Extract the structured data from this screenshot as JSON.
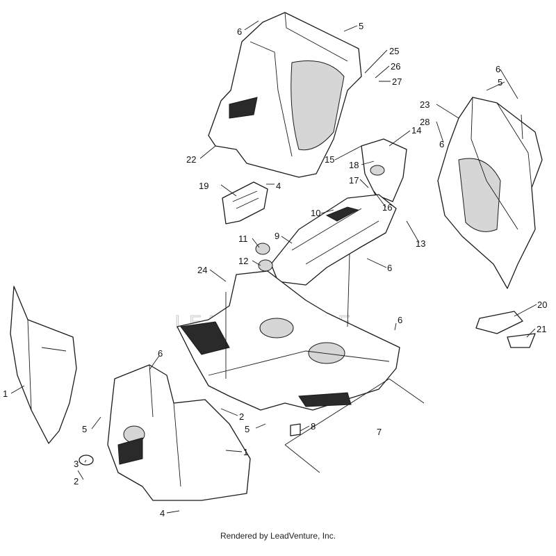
{
  "watermark": "LEADVENTURE",
  "footer_text": "Rendered by LeadVenture, Inc.",
  "callouts": [
    "1",
    "1",
    "2",
    "2",
    "3",
    "4",
    "4",
    "5",
    "5",
    "5",
    "5",
    "6",
    "6",
    "6",
    "6",
    "6",
    "6",
    "7",
    "8",
    "9",
    "10",
    "11",
    "12",
    "13",
    "14",
    "15",
    "16",
    "17",
    "18",
    "19",
    "20",
    "21",
    "22",
    "23",
    "24",
    "25",
    "26",
    "27",
    "28"
  ]
}
